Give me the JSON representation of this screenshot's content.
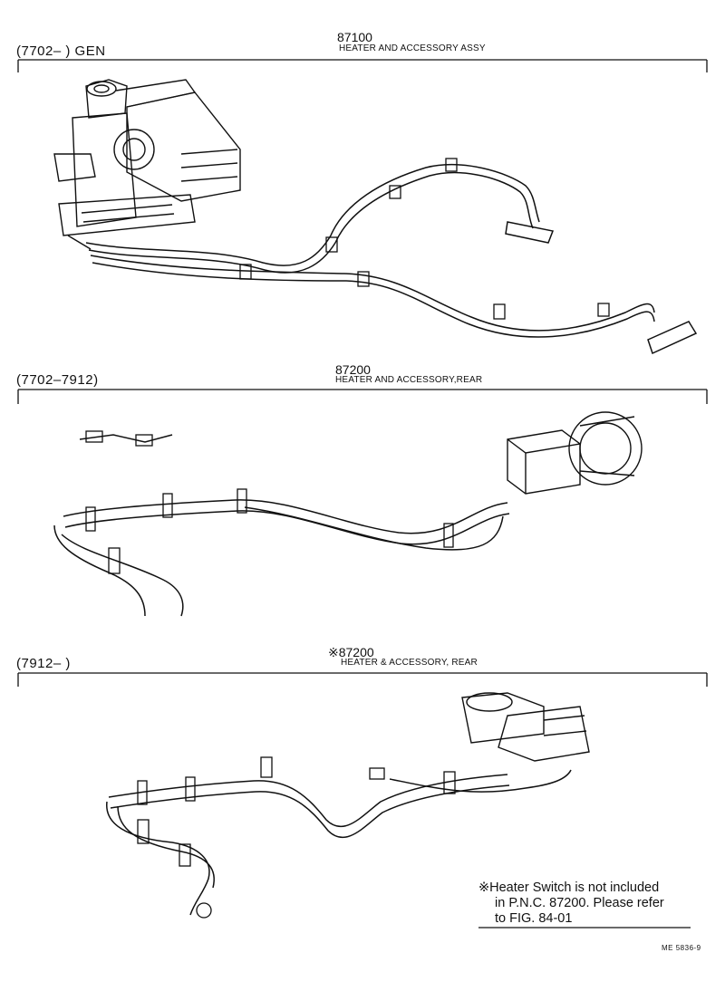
{
  "sections": [
    {
      "range": "(7702–        ) GEN",
      "pnc": "87100",
      "name": "HEATER AND ACCESSORY  ASSY"
    },
    {
      "range": "(7702–7912)",
      "pnc": "87200",
      "name": "HEATER AND ACCESSORY,REAR"
    },
    {
      "range": "(7912–        )",
      "pnc": "※87200",
      "name": "HEATER & ACCESSORY, REAR"
    }
  ],
  "footnote": {
    "line1": "※Heater Switch is not included",
    "line2": "in P.N.C. 87200.  Please refer",
    "line3": "to FIG. 84-01"
  },
  "figure_code": "ME  5836-9"
}
